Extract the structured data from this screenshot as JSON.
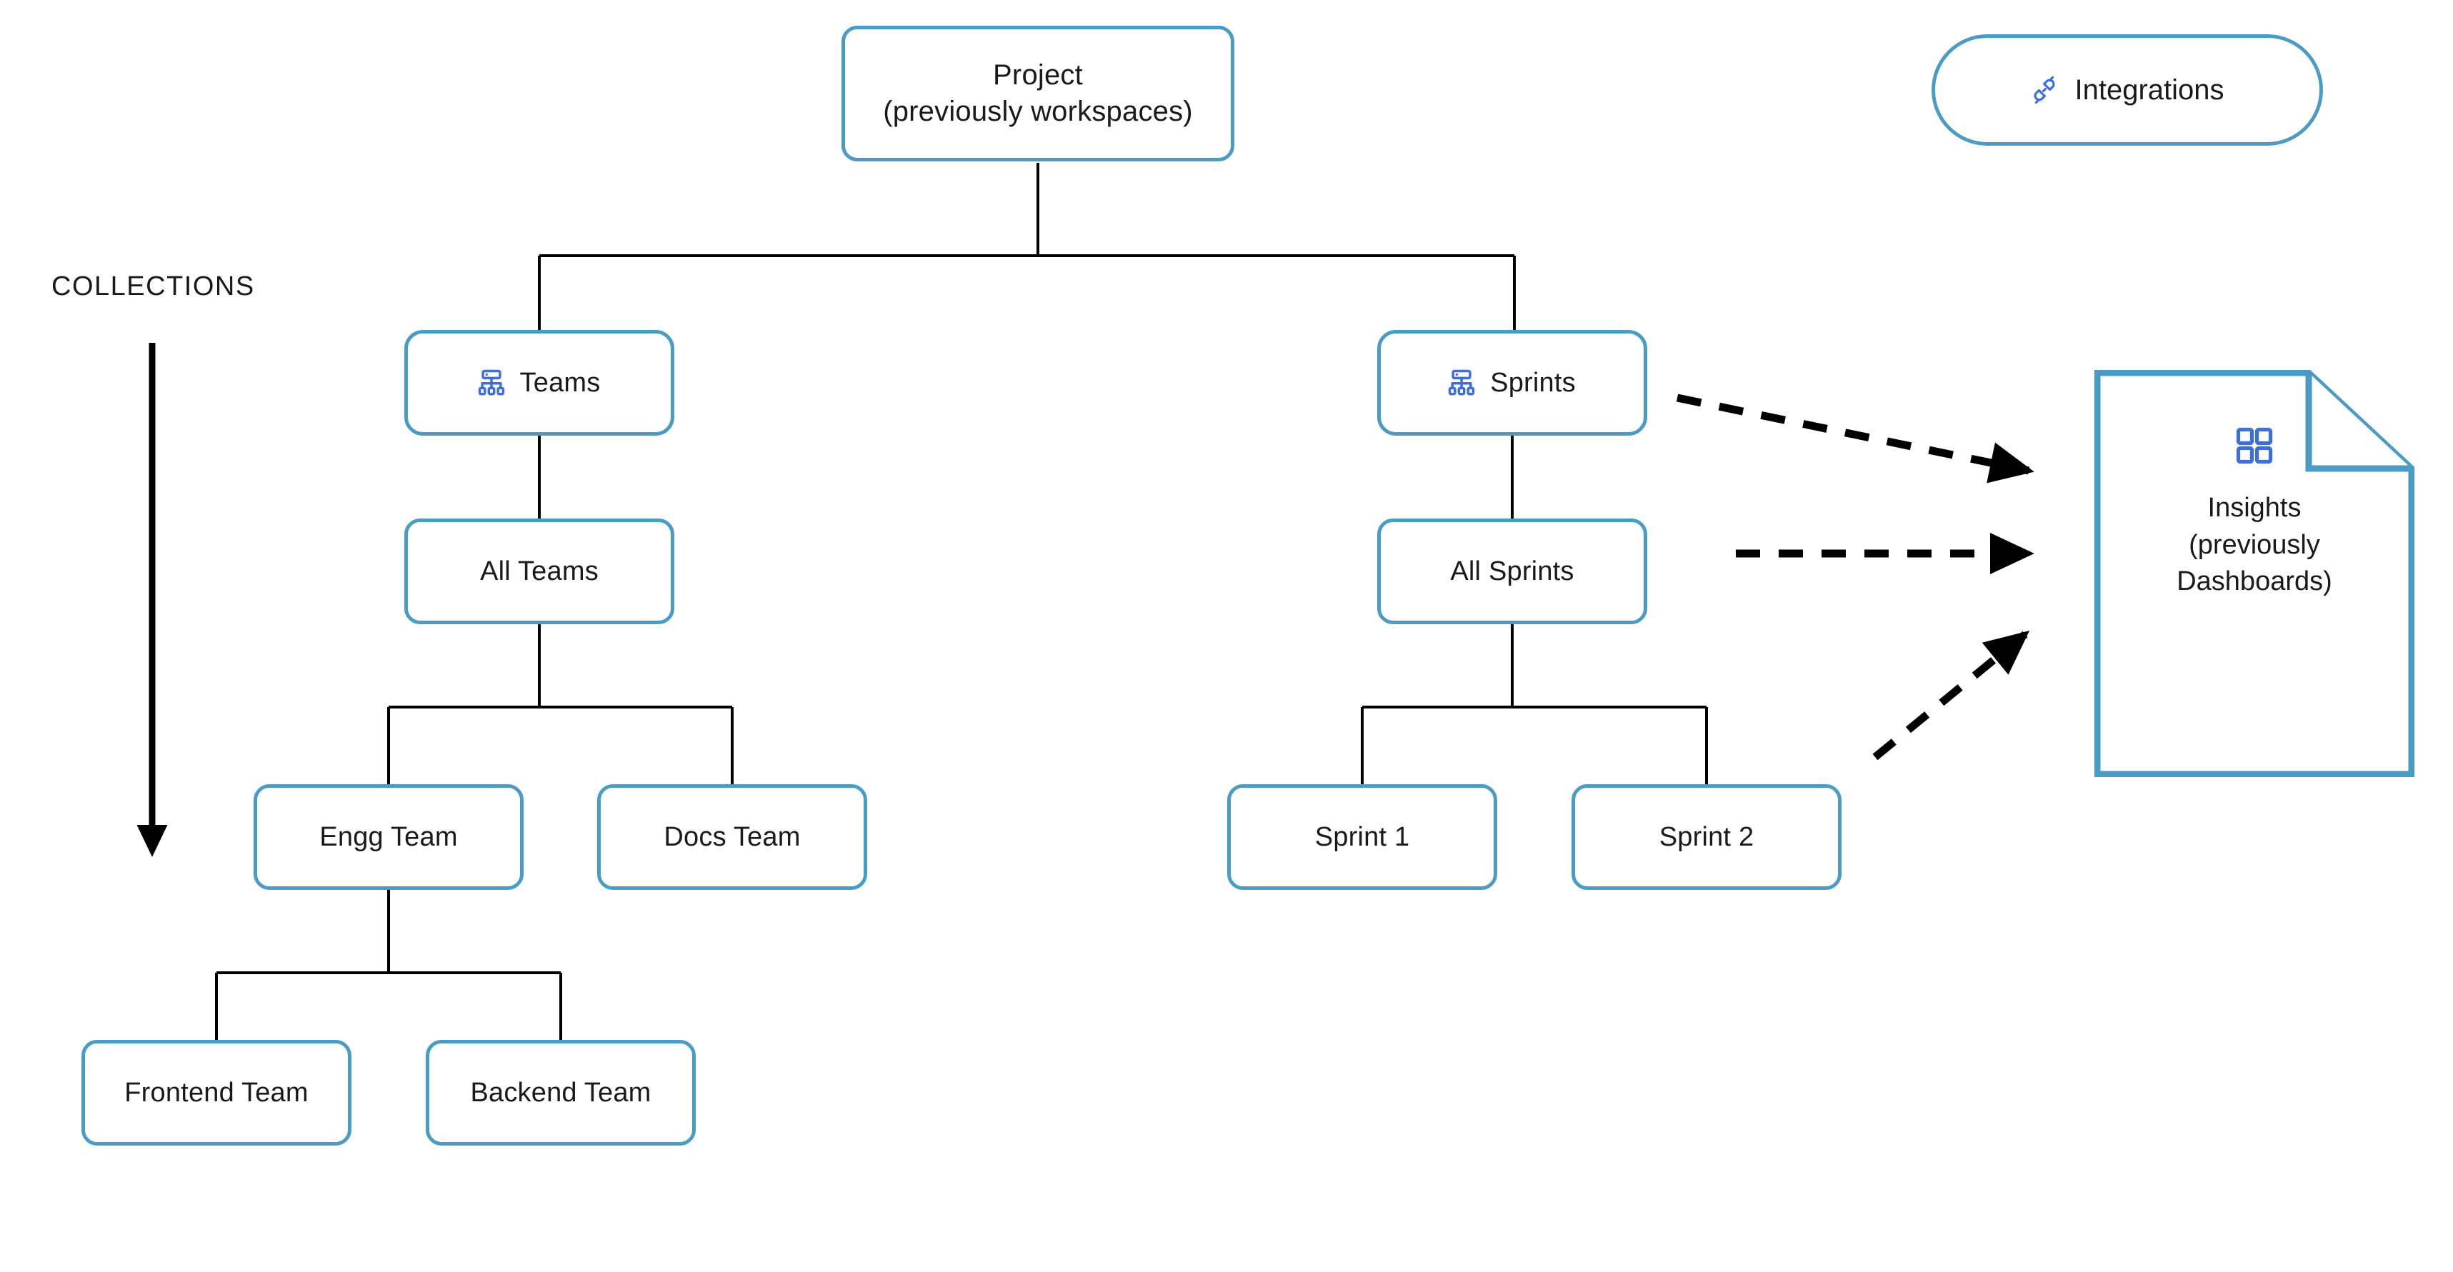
{
  "diagram": {
    "title_label": "COLLECTIONS",
    "accent_color": "#4A9CC4",
    "icon_color": "#3D6FD6",
    "connector_color": "#000000"
  },
  "nodes": {
    "project": {
      "label": "Project\n(previously workspaces)"
    },
    "teams": {
      "label": "Teams",
      "icon": "hierarchy-icon"
    },
    "sprints": {
      "label": "Sprints",
      "icon": "hierarchy-icon"
    },
    "all_teams": {
      "label": "All Teams"
    },
    "all_sprints": {
      "label": "All Sprints"
    },
    "engg_team": {
      "label": "Engg Team"
    },
    "docs_team": {
      "label": "Docs Team"
    },
    "sprint_1": {
      "label": "Sprint 1"
    },
    "sprint_2": {
      "label": "Sprint 2"
    },
    "frontend_team": {
      "label": "Frontend Team"
    },
    "backend_team": {
      "label": "Backend Team"
    }
  },
  "integrations": {
    "label": "Integrations",
    "icon": "plug-connector-icon"
  },
  "insights": {
    "label": "Insights\n(previously\nDashboards)",
    "icon": "grid-dashboard-icon"
  },
  "chart_data": {
    "type": "tree-diagram",
    "title": "Project hierarchy (collections)",
    "root": "Project (previously workspaces)",
    "edges": [
      {
        "from": "Project (previously workspaces)",
        "to": "Teams",
        "style": "solid"
      },
      {
        "from": "Project (previously workspaces)",
        "to": "Sprints",
        "style": "solid"
      },
      {
        "from": "Teams",
        "to": "All Teams",
        "style": "solid"
      },
      {
        "from": "All Teams",
        "to": "Engg Team",
        "style": "solid"
      },
      {
        "from": "All Teams",
        "to": "Docs Team",
        "style": "solid"
      },
      {
        "from": "Engg Team",
        "to": "Frontend Team",
        "style": "solid"
      },
      {
        "from": "Engg Team",
        "to": "Backend Team",
        "style": "solid"
      },
      {
        "from": "Sprints",
        "to": "All Sprints",
        "style": "solid"
      },
      {
        "from": "All Sprints",
        "to": "Sprint 1",
        "style": "solid"
      },
      {
        "from": "All Sprints",
        "to": "Sprint 2",
        "style": "solid"
      },
      {
        "from": "Sprints",
        "to": "Insights (previously Dashboards)",
        "style": "dashed-arrow"
      },
      {
        "from": "All Sprints",
        "to": "Insights (previously Dashboards)",
        "style": "dashed-arrow"
      },
      {
        "from": "Sprint 2",
        "to": "Insights (previously Dashboards)",
        "style": "dashed-arrow"
      }
    ],
    "annotations": [
      {
        "text": "COLLECTIONS",
        "note": "downward arrow marking the collection depth axis"
      }
    ],
    "detached_nodes": [
      "Integrations"
    ]
  }
}
